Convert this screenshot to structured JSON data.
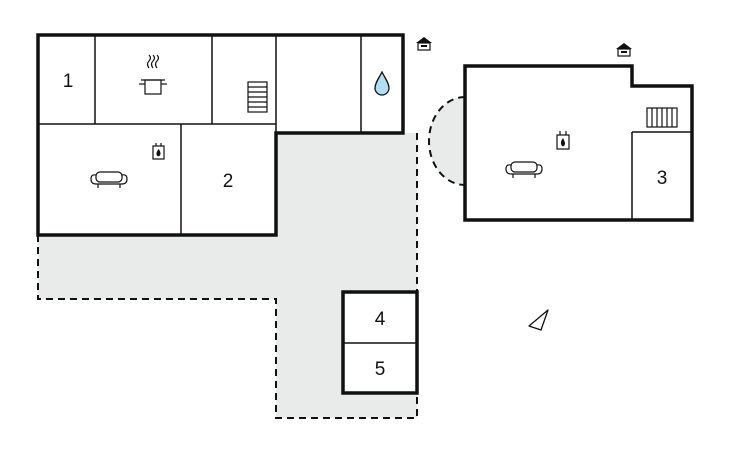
{
  "colors": {
    "background": "#ffffff",
    "wall": "#111111",
    "terrace": "#e8ebea",
    "water_drop": "#aee0f2"
  },
  "rooms": [
    {
      "number": "1"
    },
    {
      "number": "2"
    },
    {
      "number": "3"
    },
    {
      "number": "4"
    },
    {
      "number": "5"
    }
  ],
  "icons": [
    "kitchen-pot-icon",
    "stairs-icon",
    "bathroom-drop-icon",
    "sofa-icon",
    "fireplace-icon",
    "entrance-house-icon",
    "compass-north-icon"
  ]
}
